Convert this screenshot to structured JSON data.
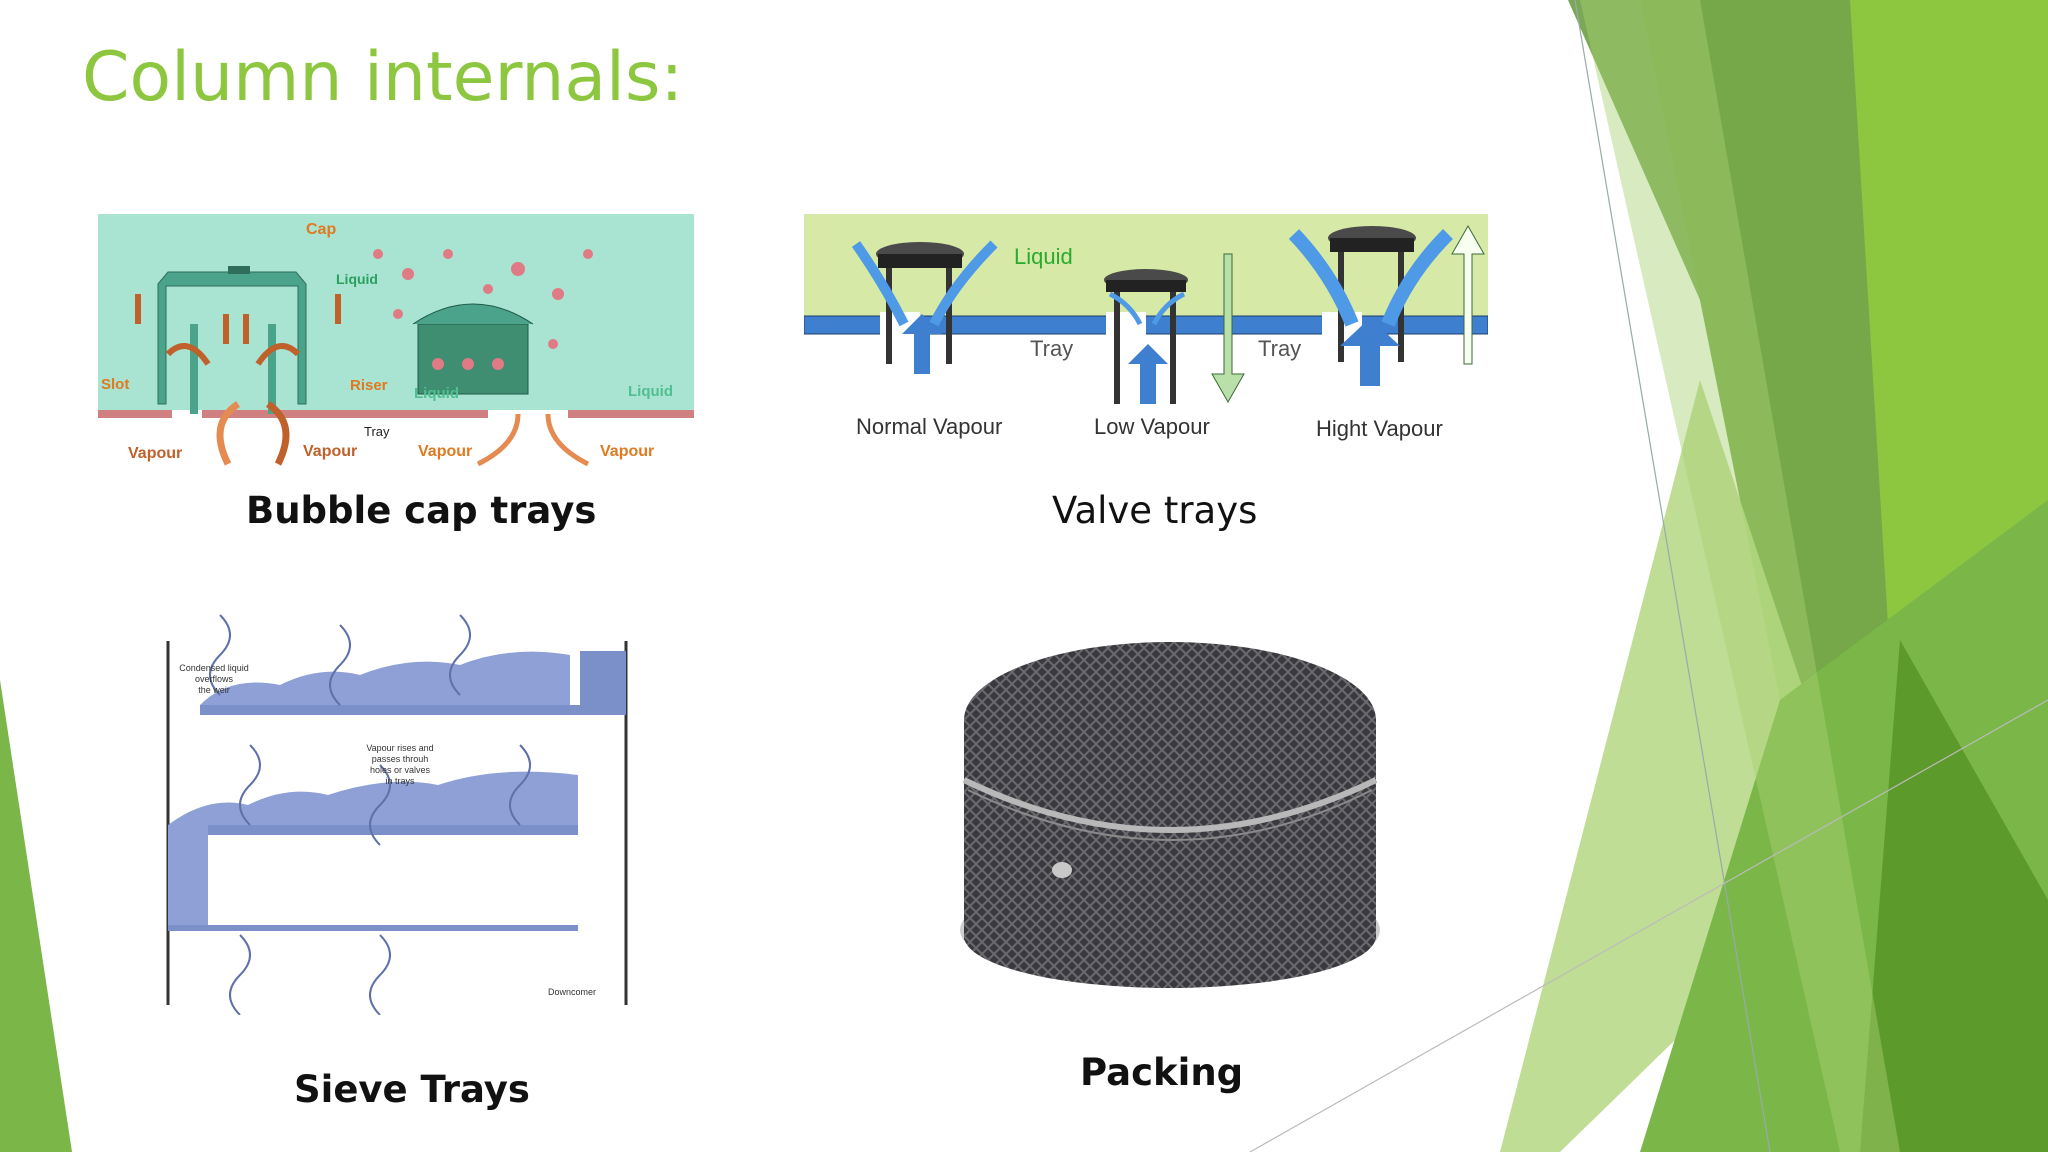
{
  "slide": {
    "title": "Column internals:",
    "colors": {
      "accent": "#8dc63f",
      "dark_green": "#5a9a2a"
    }
  },
  "figures": {
    "bubble_cap": {
      "caption": "Bubble cap trays",
      "labels": {
        "cap": "Cap",
        "liquid1": "Liquid",
        "slot": "Slot",
        "riser": "Riser",
        "liquid2": "Liquid",
        "liquid3": "Liquid",
        "tray": "Tray",
        "vapour1": "Vapour",
        "vapour2": "Vapour",
        "vapour3": "Vapour",
        "vapour4": "Vapour"
      }
    },
    "valve": {
      "caption": "Valve trays",
      "labels": {
        "liquid": "Liquid",
        "tray1": "Tray",
        "tray2": "Tray",
        "normal": "Normal Vapour",
        "low": "Low Vapour",
        "high": "Hight Vapour"
      }
    },
    "sieve": {
      "caption": "Sieve Trays",
      "labels": {
        "condensed": [
          "Condensed liquid",
          "overflows",
          "the weir"
        ],
        "vapour_rises": [
          "Vapour rises and",
          "passes throuh",
          "holes or valves",
          "in trays"
        ],
        "downcomer": "Downcomer"
      }
    },
    "packing": {
      "caption": "Packing"
    }
  }
}
